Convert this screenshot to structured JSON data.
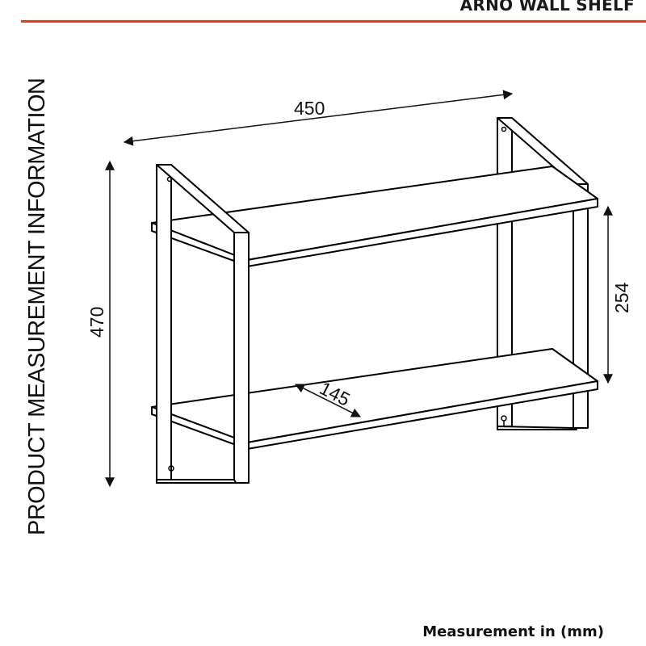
{
  "header": {
    "title": "ARNO WALL SHELF",
    "accent_color": "#e8391f"
  },
  "side_label": "PRODUCT MEASUREMENT INFORMATION",
  "dimensions": {
    "width": "450",
    "height": "470",
    "shelf_spacing": "254",
    "depth": "145"
  },
  "footer": {
    "units_note": "Measurement in (mm)"
  }
}
